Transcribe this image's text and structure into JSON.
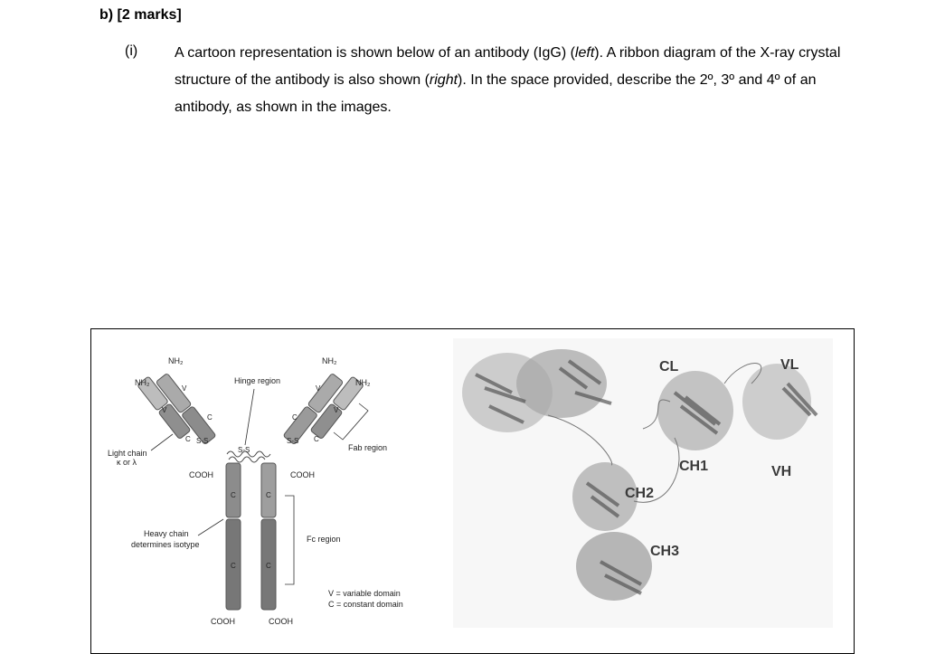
{
  "heading": "b) [2 marks]",
  "question": {
    "number": "(i)",
    "part1": "A cartoon representation is shown below of an antibody (IgG) (",
    "left_word": "left",
    "part2": "). A ribbon diagram of the X-ray crystal structure of the antibody is also shown (",
    "right_word": "right",
    "part3": "). In the space provided, describe the 2º, 3º and 4º of an antibody, as shown in the images."
  },
  "cartoon": {
    "nh2": "NH₂",
    "hinge_region": "Hinge region",
    "fab_region": "Fab region",
    "light_chain": "Light chain",
    "light_chain_type": "κ or λ",
    "cooh": "COOH",
    "heavy_chain": "Heavy chain",
    "heavy_chain_sub": "determines isotype",
    "fc_region": "Fc region",
    "legend_v": "V = variable domain",
    "legend_c": "C = constant domain",
    "v": "V",
    "c": "C",
    "ss": "S-S"
  },
  "ribbon": {
    "labels": [
      "CL",
      "VL",
      "CH1",
      "VH",
      "CH2",
      "CH3"
    ]
  }
}
